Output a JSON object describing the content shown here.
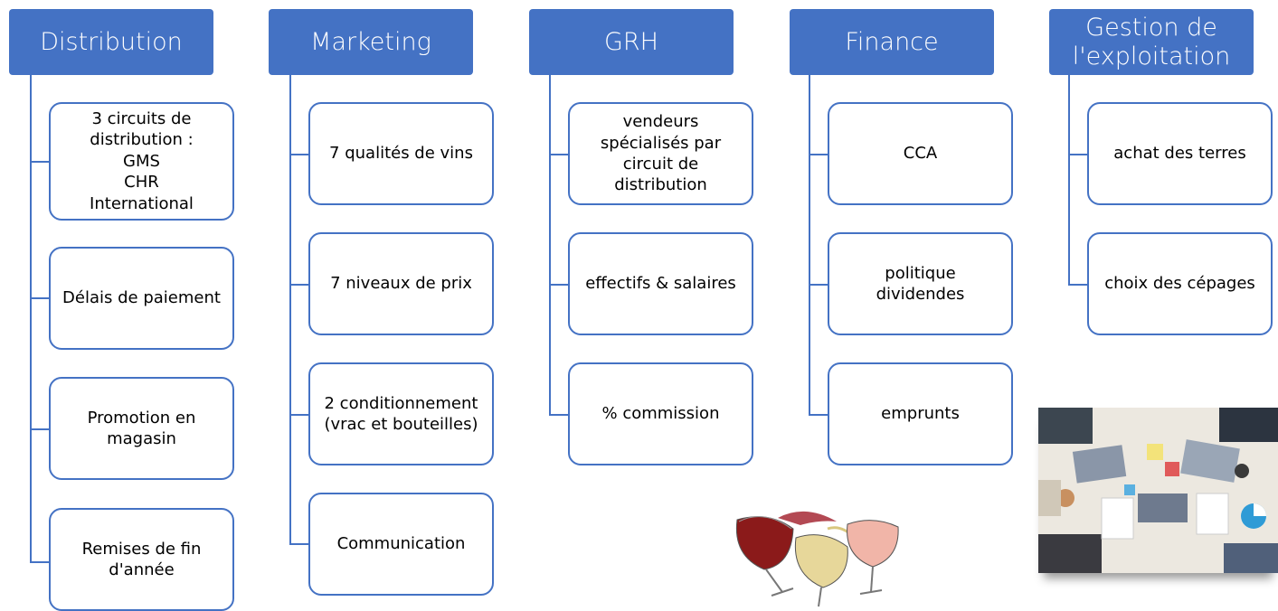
{
  "columns": [
    {
      "title": "Distribution",
      "items": [
        "3 circuits de\ndistribution :\nGMS\nCHR\nInternational",
        "Délais de paiement",
        "Promotion en\nmagasin",
        "Remises de fin\nd'année"
      ]
    },
    {
      "title": "Marketing",
      "items": [
        "7 qualités de vins",
        "7 niveaux de prix",
        "2 conditionnement\n(vrac et bouteilles)",
        "Communication"
      ]
    },
    {
      "title": "GRH",
      "items": [
        "vendeurs\nspécialisés par\ncircuit de\ndistribution",
        "effectifs & salaires",
        "% commission"
      ]
    },
    {
      "title": "Finance",
      "items": [
        "CCA",
        "politique\ndividendes",
        "emprunts"
      ]
    },
    {
      "title": "Gestion de\nl'exploitation",
      "items": [
        "achat des terres",
        "choix des cépages"
      ]
    }
  ],
  "colors": {
    "header": "#4472c4",
    "border": "#4472c4"
  }
}
